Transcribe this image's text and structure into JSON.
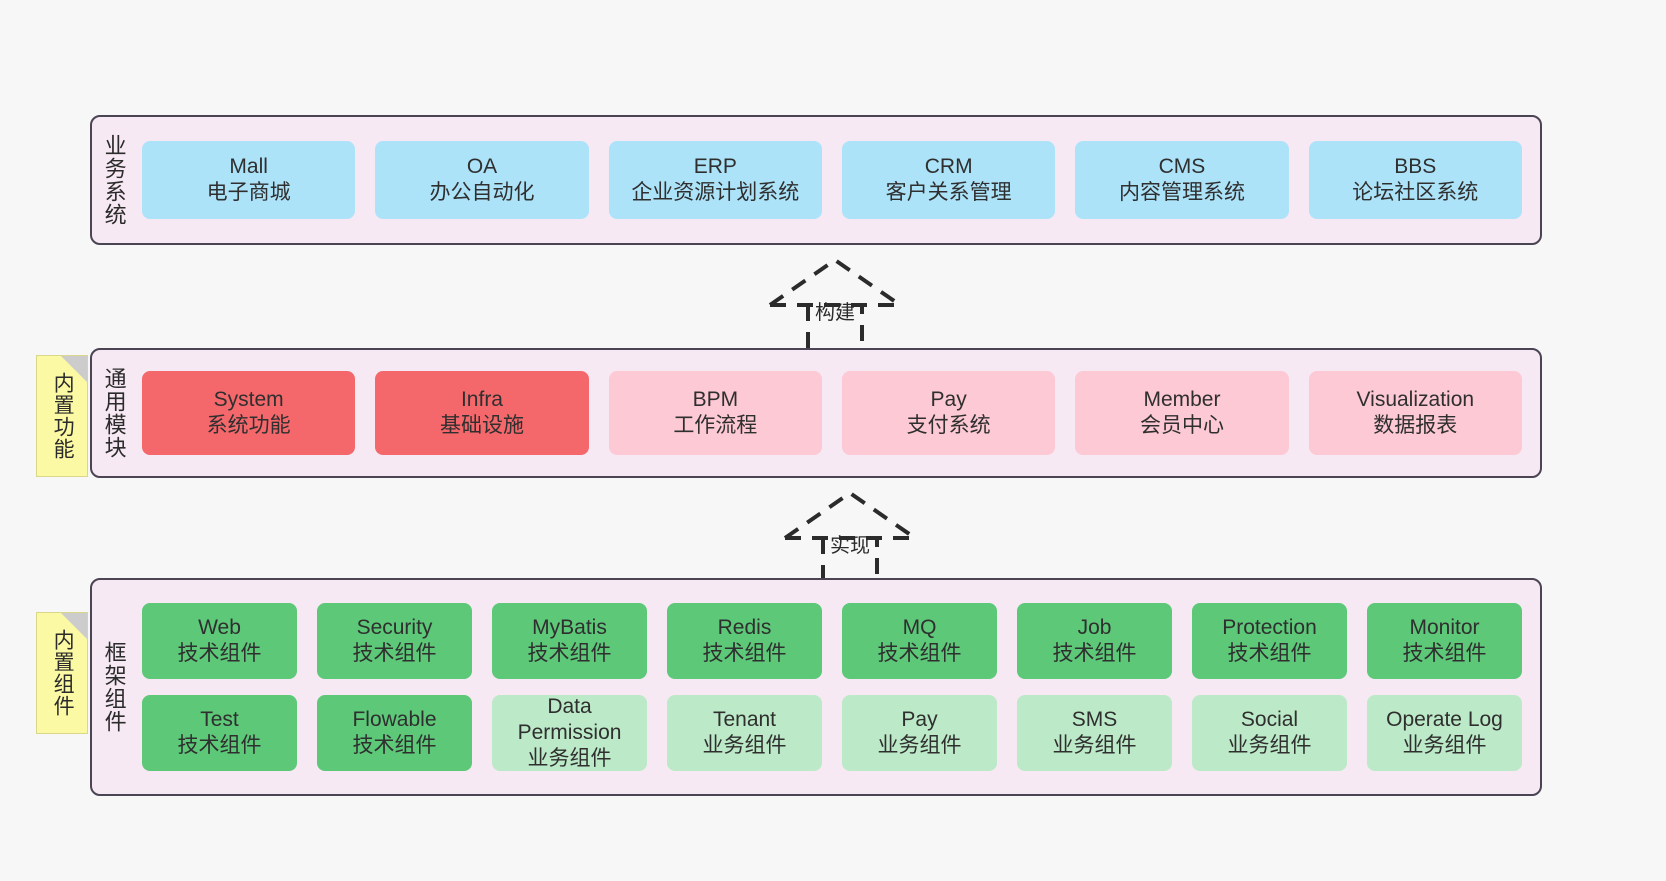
{
  "diagram": {
    "background": "#f7f7f7",
    "band_fill": "#f7e9f3",
    "band_border": "#4a4453",
    "note_fill": "#fbf9a3",
    "colors": {
      "blue": "#ade3f9",
      "red": "#f4676b",
      "pink": "#fcc9d4",
      "green": "#5cc878",
      "light_green": "#bce9c7"
    }
  },
  "layers": {
    "business": {
      "label": "业务系统",
      "nodes": [
        {
          "title": "Mall",
          "sub": "电子商城",
          "color": "blue"
        },
        {
          "title": "OA",
          "sub": "办公自动化",
          "color": "blue"
        },
        {
          "title": "ERP",
          "sub": "企业资源计划系统",
          "color": "blue"
        },
        {
          "title": "CRM",
          "sub": "客户关系管理",
          "color": "blue"
        },
        {
          "title": "CMS",
          "sub": "内容管理系统",
          "color": "blue"
        },
        {
          "title": "BBS",
          "sub": "论坛社区系统",
          "color": "blue"
        }
      ]
    },
    "modules": {
      "label": "通用模块",
      "note": "内置功能",
      "nodes": [
        {
          "title": "System",
          "sub": "系统功能",
          "color": "red"
        },
        {
          "title": "Infra",
          "sub": "基础设施",
          "color": "red"
        },
        {
          "title": "BPM",
          "sub": "工作流程",
          "color": "pink"
        },
        {
          "title": "Pay",
          "sub": "支付系统",
          "color": "pink"
        },
        {
          "title": "Member",
          "sub": "会员中心",
          "color": "pink"
        },
        {
          "title": "Visualization",
          "sub": "数据报表",
          "color": "pink"
        }
      ]
    },
    "framework": {
      "label": "框架组件",
      "note": "内置组件",
      "row1": [
        {
          "title": "Web",
          "sub": "技术组件",
          "color": "green"
        },
        {
          "title": "Security",
          "sub": "技术组件",
          "color": "green"
        },
        {
          "title": "MyBatis",
          "sub": "技术组件",
          "color": "green"
        },
        {
          "title": "Redis",
          "sub": "技术组件",
          "color": "green"
        },
        {
          "title": "MQ",
          "sub": "技术组件",
          "color": "green"
        },
        {
          "title": "Job",
          "sub": "技术组件",
          "color": "green"
        },
        {
          "title": "Protection",
          "sub": "技术组件",
          "color": "green"
        },
        {
          "title": "Monitor",
          "sub": "技术组件",
          "color": "green"
        }
      ],
      "row2": [
        {
          "title": "Test",
          "sub": "技术组件",
          "color": "green"
        },
        {
          "title": "Flowable",
          "sub": "技术组件",
          "color": "green"
        },
        {
          "title": "Data Permission",
          "sub": "业务组件",
          "color": "light_green",
          "wrap": true
        },
        {
          "title": "Tenant",
          "sub": "业务组件",
          "color": "light_green"
        },
        {
          "title": "Pay",
          "sub": "业务组件",
          "color": "light_green"
        },
        {
          "title": "SMS",
          "sub": "业务组件",
          "color": "light_green"
        },
        {
          "title": "Social",
          "sub": "业务组件",
          "color": "light_green"
        },
        {
          "title": "Operate Log",
          "sub": "业务组件",
          "color": "light_green"
        }
      ]
    }
  },
  "arrows": [
    {
      "label": "构建",
      "from": "modules",
      "to": "business"
    },
    {
      "label": "实现",
      "from": "framework",
      "to": "modules"
    }
  ]
}
